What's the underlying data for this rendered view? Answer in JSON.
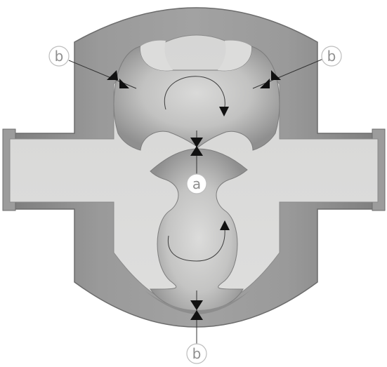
{
  "labels": {
    "gap_center": "a",
    "gap_top_left": "b",
    "gap_top_right": "b",
    "gap_bottom": "b"
  },
  "colors": {
    "casing": "#8e8e8e",
    "casing_edge": "#6a6a6a",
    "chamber": "#dcdcdb",
    "rotor_dark": "#9d9d9d",
    "rotor_light": "#d8d8d7",
    "marker": "#111111",
    "callout_circle": "#bdbdbd"
  },
  "icons": [
    "rotation-arrow-icon",
    "gap-marker-icon"
  ]
}
